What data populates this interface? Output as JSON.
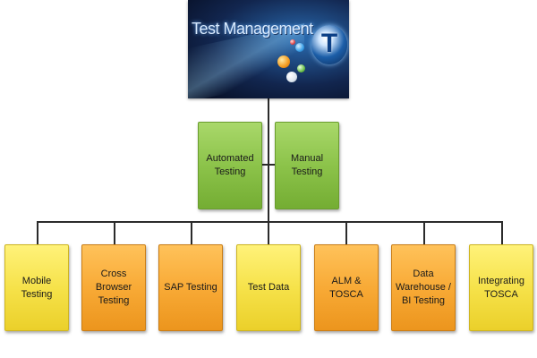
{
  "banner": {
    "title": "Test Management",
    "logo_letter": "T"
  },
  "level2": [
    {
      "label": "Automated Testing",
      "color": "#8cc34a"
    },
    {
      "label": "Manual Testing",
      "color": "#8cc34a"
    }
  ],
  "level3": [
    {
      "label": "Mobile Testing",
      "color": "#f6e24a"
    },
    {
      "label": "Cross Browser Testing",
      "color": "#f8aa36"
    },
    {
      "label": "SAP Testing",
      "color": "#f8aa36"
    },
    {
      "label": "Test Data",
      "color": "#f6e24a"
    },
    {
      "label": "ALM & TOSCA",
      "color": "#f8aa36"
    },
    {
      "label": "Data Warehouse / BI Testing",
      "color": "#f8aa36"
    },
    {
      "label": "Integrating TOSCA",
      "color": "#f6e24a"
    }
  ]
}
